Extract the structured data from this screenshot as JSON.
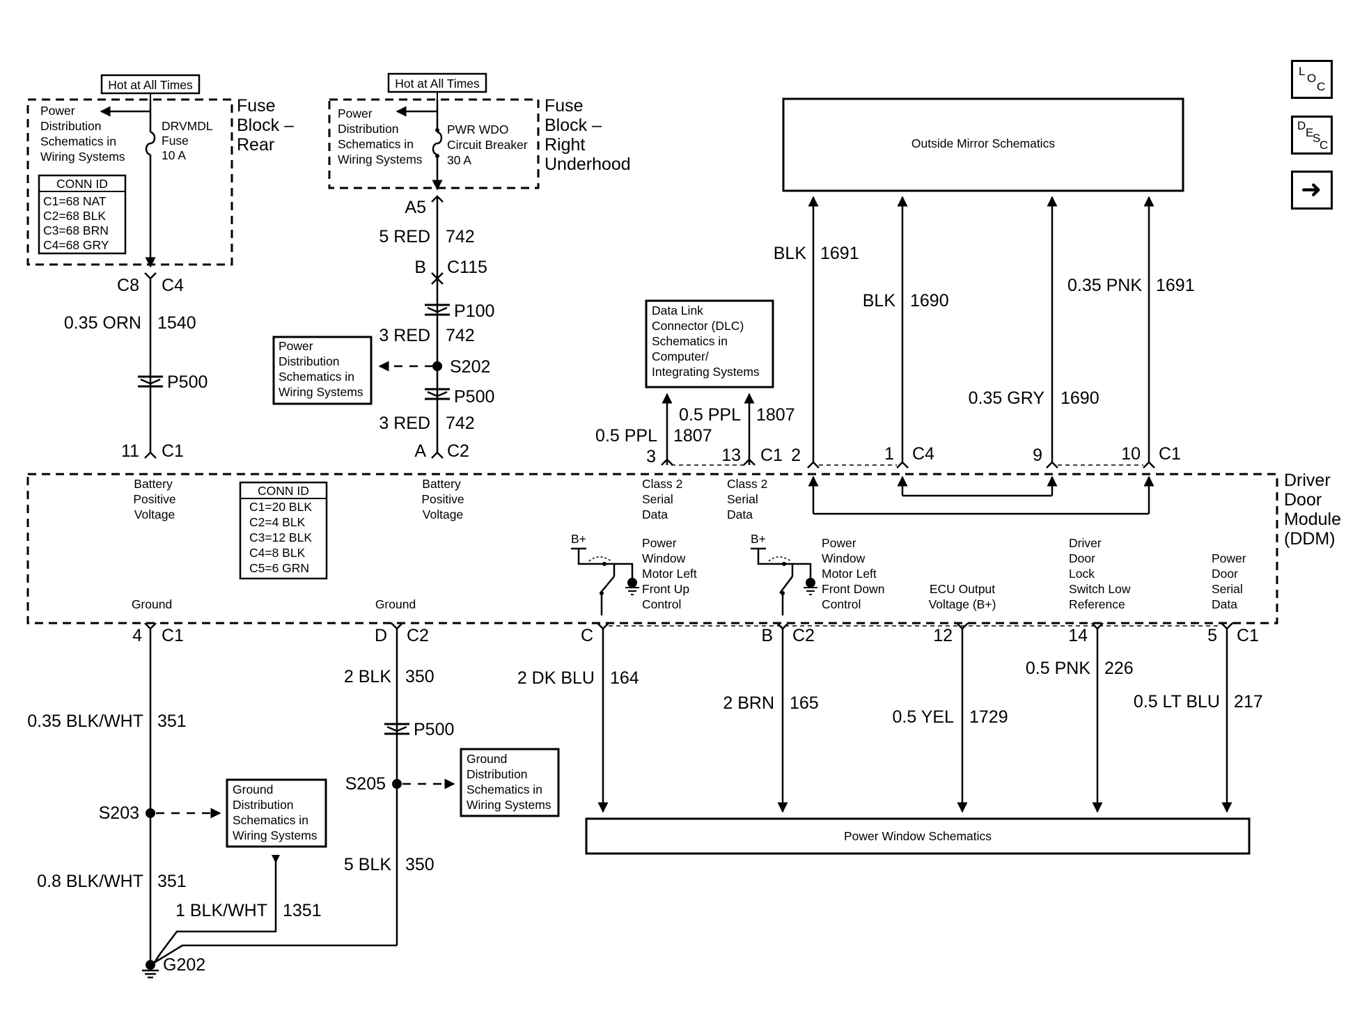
{
  "nav": {
    "loc": [
      "L",
      "O",
      "C"
    ],
    "desc": [
      "D",
      "E",
      "S",
      "C"
    ],
    "next_glyph": "➜"
  },
  "fuse_rear": {
    "hot_label": "Hot at All Times",
    "pd_ref": [
      "Power",
      "Distribution",
      "Schematics in",
      "Wiring Systems"
    ],
    "fuse": [
      "DRVMDL",
      "Fuse",
      "10 A"
    ],
    "block": [
      "Fuse",
      "Block –",
      "Rear"
    ],
    "conn_title": "CONN ID",
    "conn": [
      "C1=68 NAT",
      "C2=68 BLK",
      "C3=68 BRN",
      "C4=68 GRY"
    ]
  },
  "fuse_right": {
    "hot_label": "Hot at All Times",
    "pd_ref": [
      "Power",
      "Distribution",
      "Schematics in",
      "Wiring Systems"
    ],
    "breaker": [
      "PWR WDO",
      "Circuit Breaker",
      "30 A"
    ],
    "block": [
      "Fuse",
      "Block –",
      "Right",
      "Underhood"
    ]
  },
  "wire_1540": {
    "pin_top": "C8",
    "conn_top": "C4",
    "size_color": "0.35 ORN",
    "circuit": "1540",
    "splice": "P500",
    "pin_bottom": "11",
    "conn_bottom": "C1"
  },
  "wire_742": {
    "pin_a5": "A5",
    "seg1_color": "5 RED",
    "seg1_circuit": "742",
    "pin_b": "B",
    "conn_c115": "C115",
    "p100": "P100",
    "seg2_color": "3 RED",
    "seg2_circuit": "742",
    "s202": "S202",
    "p500": "P500",
    "seg3_color": "3 RED",
    "seg3_circuit": "742",
    "pin_a": "A",
    "conn_c2": "C2",
    "pd_ref": [
      "Power",
      "Distribution",
      "Schematics in",
      "Wiring Systems"
    ]
  },
  "dlc": {
    "box": [
      "Data Link",
      "Connector (DLC)",
      "Schematics in",
      "Computer/",
      "Integrating Systems"
    ],
    "w1_color": "0.5 PPL",
    "w1_circuit": "1807",
    "w1_pin": "3",
    "w2_color": "0.5 PPL",
    "w2_circuit": "1807",
    "w2_pin": "13",
    "conn": "C1"
  },
  "mirror": {
    "box": "Outside Mirror Schematics",
    "wa_color": "BLK",
    "wa_circuit": "1691",
    "wa_pin": "2",
    "wb_color": "BLK",
    "wb_circuit": "1690",
    "wb_pin": "1",
    "conn_c4": "C4",
    "wc_color": "0.35 GRY",
    "wc_circuit": "1690",
    "wc_pin": "9",
    "wd_color": "0.35 PNK",
    "wd_circuit": "1691",
    "wd_pin": "10",
    "conn_c1": "C1"
  },
  "ddm": {
    "name": [
      "Driver",
      "Door",
      "Module",
      "(DDM)"
    ],
    "batt1": [
      "Battery",
      "Positive",
      "Voltage"
    ],
    "batt2": [
      "Battery",
      "Positive",
      "Voltage"
    ],
    "class2_a": [
      "Class 2",
      "Serial",
      "Data"
    ],
    "class2_b": [
      "Class 2",
      "Serial",
      "Data"
    ],
    "conn_title": "CONN ID",
    "conn": [
      "C1=20 BLK",
      "C2=4 BLK",
      "C3=12 BLK",
      "C4=8 BLK",
      "C5=6 GRN"
    ],
    "bplus": "B+",
    "sw_up": [
      "Power",
      "Window",
      "Motor Left",
      "Front Up",
      "Control"
    ],
    "sw_down": [
      "Power",
      "Window",
      "Motor Left",
      "Front Down",
      "Control"
    ],
    "ecu_out": [
      "ECU Output",
      "Voltage (B+)"
    ],
    "lock_ref": [
      "Driver",
      "Door",
      "Lock",
      "Switch Low",
      "Reference"
    ],
    "serial": [
      "Power",
      "Door",
      "Serial",
      "Data"
    ],
    "ground1": "Ground",
    "ground2": "Ground"
  },
  "ground_351": {
    "pin": "4",
    "conn": "C1",
    "seg1_color": "0.35 BLK/WHT",
    "seg1_circuit": "351",
    "splice": "S203",
    "seg2_color": "0.8 BLK/WHT",
    "seg2_circuit": "351",
    "gd_ref": [
      "Ground",
      "Distribution",
      "Schematics in",
      "Wiring Systems"
    ],
    "w1351_color": "1 BLK/WHT",
    "w1351_circuit": "1351",
    "ground_point": "G202"
  },
  "ground_350": {
    "pin": "D",
    "conn": "C2",
    "seg1_color": "2 BLK",
    "seg1_circuit": "350",
    "p500": "P500",
    "splice": "S205",
    "seg2_color": "5 BLK",
    "seg2_circuit": "350",
    "gd_ref": [
      "Ground",
      "Distribution",
      "Schematics in",
      "Wiring Systems"
    ]
  },
  "window": {
    "box": "Power Window Schematics",
    "w164_pin": "C",
    "w164_color": "2 DK BLU",
    "w164_circuit": "164",
    "w165_pin": "B",
    "w165_conn": "C2",
    "w165_color": "2 BRN",
    "w165_circuit": "165",
    "w1729_pin": "12",
    "w1729_color": "0.5 YEL",
    "w1729_circuit": "1729",
    "w226_pin": "14",
    "w226_color": "0.5 PNK",
    "w226_circuit": "226",
    "w217_pin": "5",
    "w217_conn": "C1",
    "w217_color": "0.5 LT BLU",
    "w217_circuit": "217"
  }
}
